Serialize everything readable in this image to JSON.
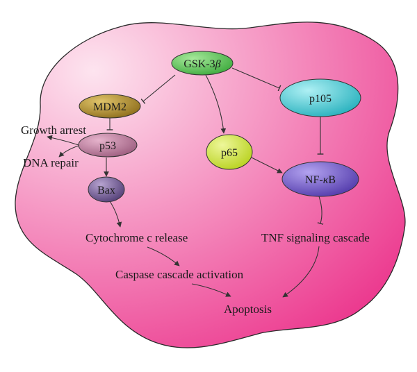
{
  "nodes": {
    "gsk3b": {
      "prefix": "GSK-3",
      "greek": "β",
      "color": "#4fc34a"
    },
    "mdm2": {
      "label": "MDM2",
      "color": "#b08a2a"
    },
    "p53": {
      "label": "p53",
      "color": "#b06a8a"
    },
    "bax": {
      "label": "Bax",
      "color": "#6a4f8c"
    },
    "p65": {
      "label": "p65",
      "color": "#c8e02a"
    },
    "p105": {
      "label": "p105",
      "color": "#3cc6cf"
    },
    "nfkb": {
      "prefix": "NF-",
      "greek": "κ",
      "suffix": "B",
      "color": "#6a4fc0"
    }
  },
  "labels": {
    "growth_arrest": "Growth arrest",
    "dna_repair": "DNA repair",
    "cytochrome": "Cytochrome c release",
    "caspase": "Caspase cascade activation",
    "apoptosis": "Apoptosis",
    "tnf": "TNF signaling cascade"
  },
  "colors": {
    "cell_light": "#fbd6e6",
    "cell_dark": "#ee3f93",
    "cell_outline": "#2a2a2a"
  }
}
